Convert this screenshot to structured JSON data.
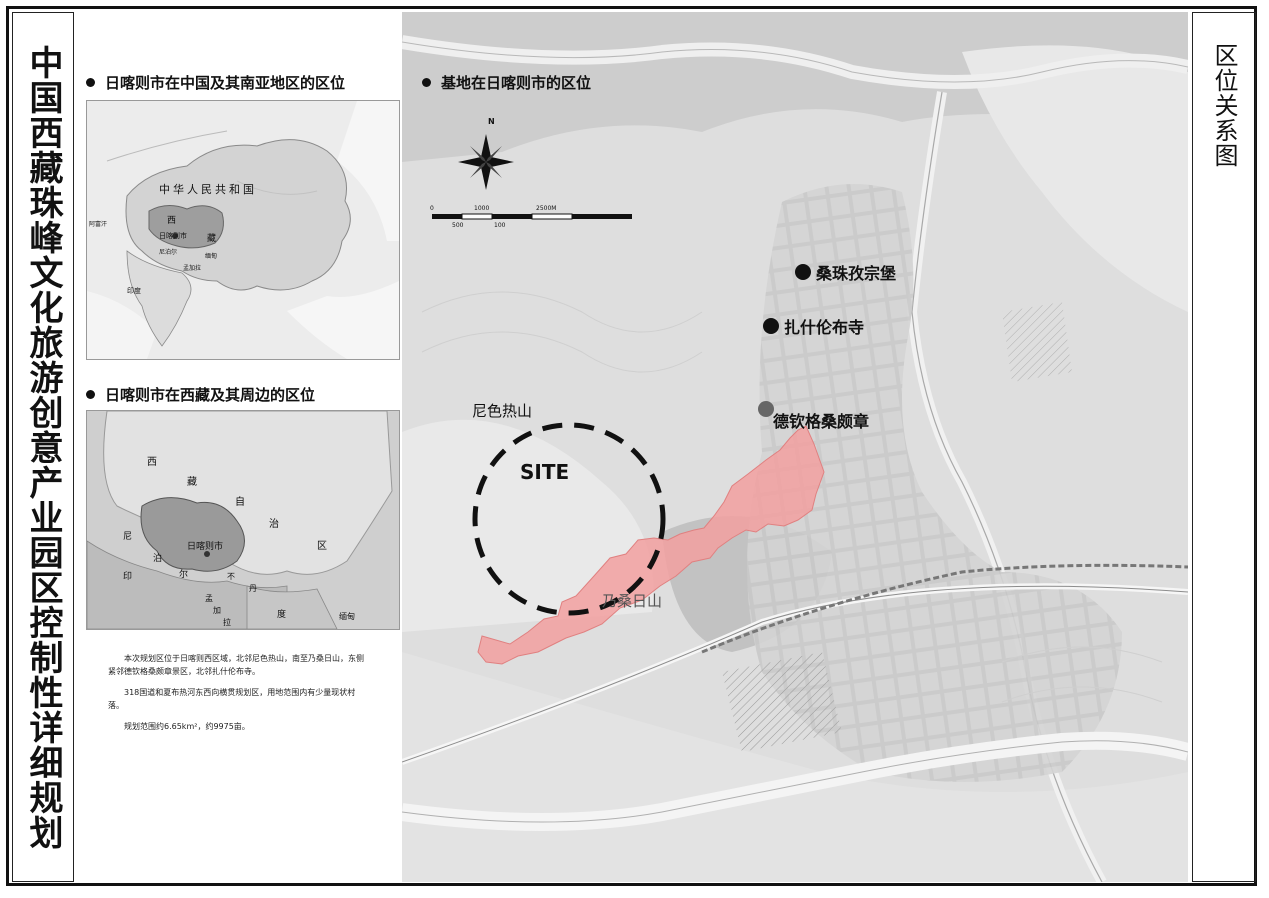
{
  "title": "中国西藏珠峰文化旅游创意产业园区控制性详细规划",
  "drawing_title": "区位关系图",
  "panels": {
    "china": {
      "heading": "日喀则市在中国及其南亚地区的区位",
      "labels": {
        "country": "中华人民共和国",
        "city": "日喀则市",
        "tibet_xi": "西",
        "tibet_zang": "藏",
        "pakistan": "阿富汗",
        "india": "印度",
        "nepal": "尼泊尔",
        "bangladesh": "孟加拉",
        "myanmar": "缅甸"
      }
    },
    "tibet": {
      "heading": "日喀则市在西藏及其周边的区位",
      "labels": {
        "xi": "西",
        "zang": "藏",
        "zi": "自",
        "zhi": "治",
        "qu": "区",
        "ni": "尼",
        "bo": "泊",
        "er": "尔",
        "yin": "印",
        "du": "度",
        "bu": "不",
        "dan": "丹",
        "meng": "孟",
        "jia": "加",
        "la": "拉",
        "miandian": "缅甸",
        "city": "日喀则市"
      }
    },
    "site": {
      "heading": "基地在日喀则市的区位"
    }
  },
  "description": [
    "本次规划区位于日喀则西区域，北邻尼色热山，南至乃桑日山，东侧紧邻德钦格桑颇章景区，北邻扎什伦布寺。",
    "318国道和夏布热河东西向横贯规划区，用地范围内有少量现状村落。",
    "规划范围约6.65km²，约9975亩。"
  ],
  "compass": {
    "north": "N"
  },
  "scale_bar": {
    "top": [
      "0",
      "1000",
      "2500M"
    ],
    "bottom": [
      "500",
      "100"
    ]
  },
  "main_map": {
    "site_label": "SITE",
    "mountain_north": "尼色热山",
    "mountain_south": "乃桑日山",
    "pois": [
      {
        "name": "桑珠孜宗堡",
        "marker": "black"
      },
      {
        "name": "扎什伦布寺",
        "marker": "black"
      },
      {
        "name": "德钦格桑颇章",
        "marker": "grey"
      }
    ]
  },
  "colors": {
    "site_fill": "#f2a0a0",
    "site_stroke": "#e08080",
    "map_base": "#d9d9d9"
  }
}
